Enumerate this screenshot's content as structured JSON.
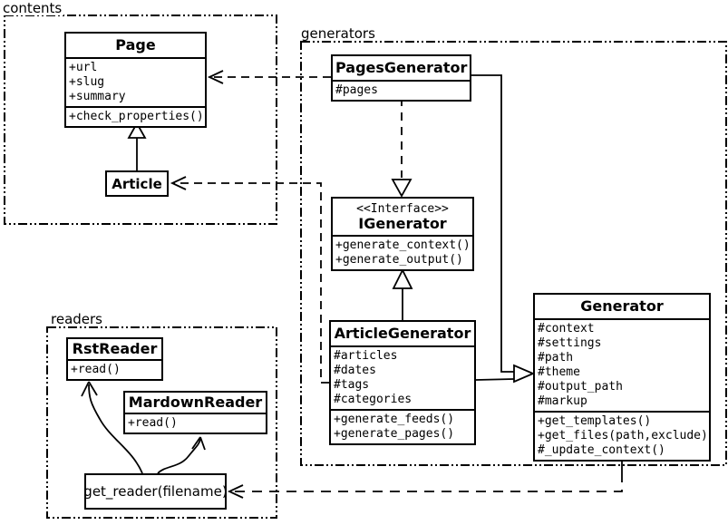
{
  "packages": {
    "contents": {
      "label": "contents"
    },
    "generators": {
      "label": "generators"
    },
    "readers": {
      "label": "readers"
    }
  },
  "classes": {
    "page": {
      "name": "Page",
      "attributes": [
        "+url",
        "+slug",
        "+summary"
      ],
      "methods": [
        "+check_properties()"
      ]
    },
    "article": {
      "name": "Article"
    },
    "pages_generator": {
      "name": "PagesGenerator",
      "attributes": [
        "#pages"
      ]
    },
    "igenerator": {
      "stereotype": "<<Interface>>",
      "name": "IGenerator",
      "methods": [
        "+generate_context()",
        "+generate_output()"
      ]
    },
    "article_generator": {
      "name": "ArticleGenerator",
      "attributes": [
        "#articles",
        "#dates",
        "#tags",
        "#categories"
      ],
      "methods": [
        "+generate_feeds()",
        "+generate_pages()"
      ]
    },
    "generator": {
      "name": "Generator",
      "attributes": [
        "#context",
        "#settings",
        "#path",
        "#theme",
        "#output_path",
        "#markup"
      ],
      "methods": [
        "+get_templates()",
        "+get_files(path,exclude)",
        "#_update_context()"
      ]
    },
    "rst_reader": {
      "name": "RstReader",
      "methods": [
        "+read()"
      ]
    },
    "mardown_reader": {
      "name": "MardownReader",
      "methods": [
        "+read()"
      ]
    },
    "get_reader": {
      "name": "get_reader(filename)"
    }
  },
  "colors": {
    "stroke": "#000000",
    "background": "#ffffff"
  }
}
